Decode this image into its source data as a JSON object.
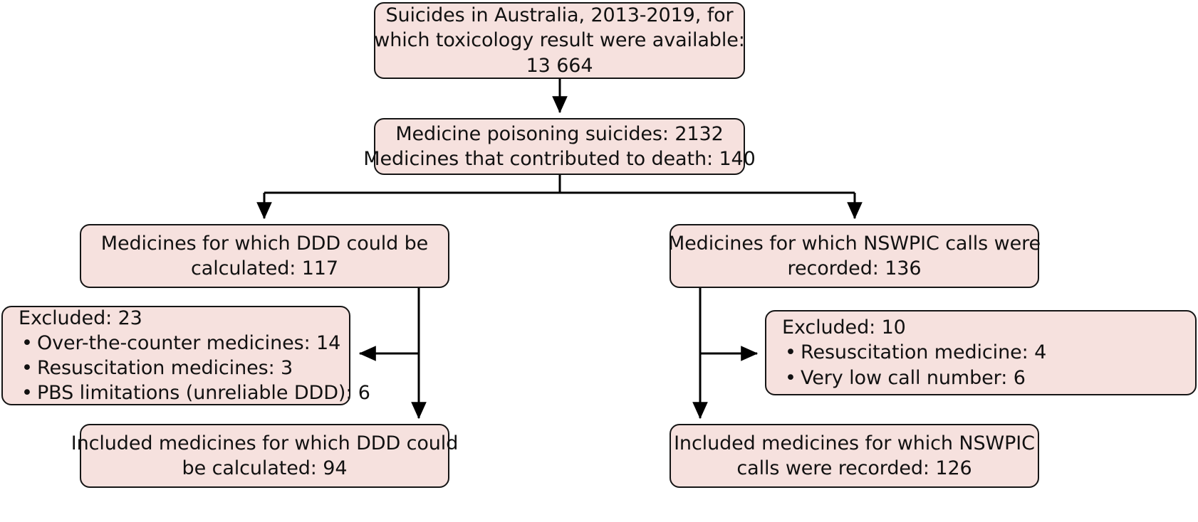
{
  "figure": {
    "type": "flowchart",
    "title": "Study selection flowchart",
    "palette": {
      "node_fill": "#f6e1de",
      "node_border": "#151515",
      "text": "#111111",
      "background": "#ffffff",
      "connector": "#000000"
    }
  },
  "nodes": {
    "total": {
      "id": "total",
      "lines": [
        "Suicides in Australia, 2013-2019, for",
        "which toxicology result were available:",
        "13 664"
      ]
    },
    "poisoning": {
      "id": "poisoning",
      "lines": [
        "Medicine poisoning suicides: 2132",
        "Medicines that contributed to death: 140"
      ]
    },
    "ddd": {
      "id": "ddd",
      "lines": [
        "Medicines for which DDD could be",
        "calculated: 117"
      ]
    },
    "nswpic": {
      "id": "nswpic",
      "lines": [
        "Medicines for which NSWPIC calls were",
        "recorded: 136"
      ]
    },
    "excluded_left": {
      "id": "excluded_left",
      "heading": "Excluded: 23",
      "items": [
        "Over-the-counter medicines: 14",
        "Resuscitation medicines: 3",
        "PBS limitations (unreliable DDD): 6"
      ]
    },
    "excluded_right": {
      "id": "excluded_right",
      "heading": "Excluded: 10",
      "items": [
        "Resuscitation medicine: 4",
        "Very low call number: 6"
      ]
    },
    "included_left": {
      "id": "included_left",
      "lines": [
        "Included medicines for which DDD could",
        "be calculated: 94"
      ]
    },
    "included_right": {
      "id": "included_right",
      "lines": [
        "Included medicines for which NSWPIC",
        "calls were recorded: 126"
      ]
    }
  },
  "edges": [
    {
      "from": "total",
      "to": "poisoning",
      "arrow": "down"
    },
    {
      "from": "poisoning",
      "to": "ddd",
      "arrow": "down"
    },
    {
      "from": "poisoning",
      "to": "nswpic",
      "arrow": "down"
    },
    {
      "from": "ddd",
      "to": "excluded_left",
      "arrow": "left"
    },
    {
      "from": "ddd",
      "to": "included_left",
      "arrow": "down"
    },
    {
      "from": "nswpic",
      "to": "excluded_right",
      "arrow": "right"
    },
    {
      "from": "nswpic",
      "to": "included_right",
      "arrow": "down"
    }
  ]
}
